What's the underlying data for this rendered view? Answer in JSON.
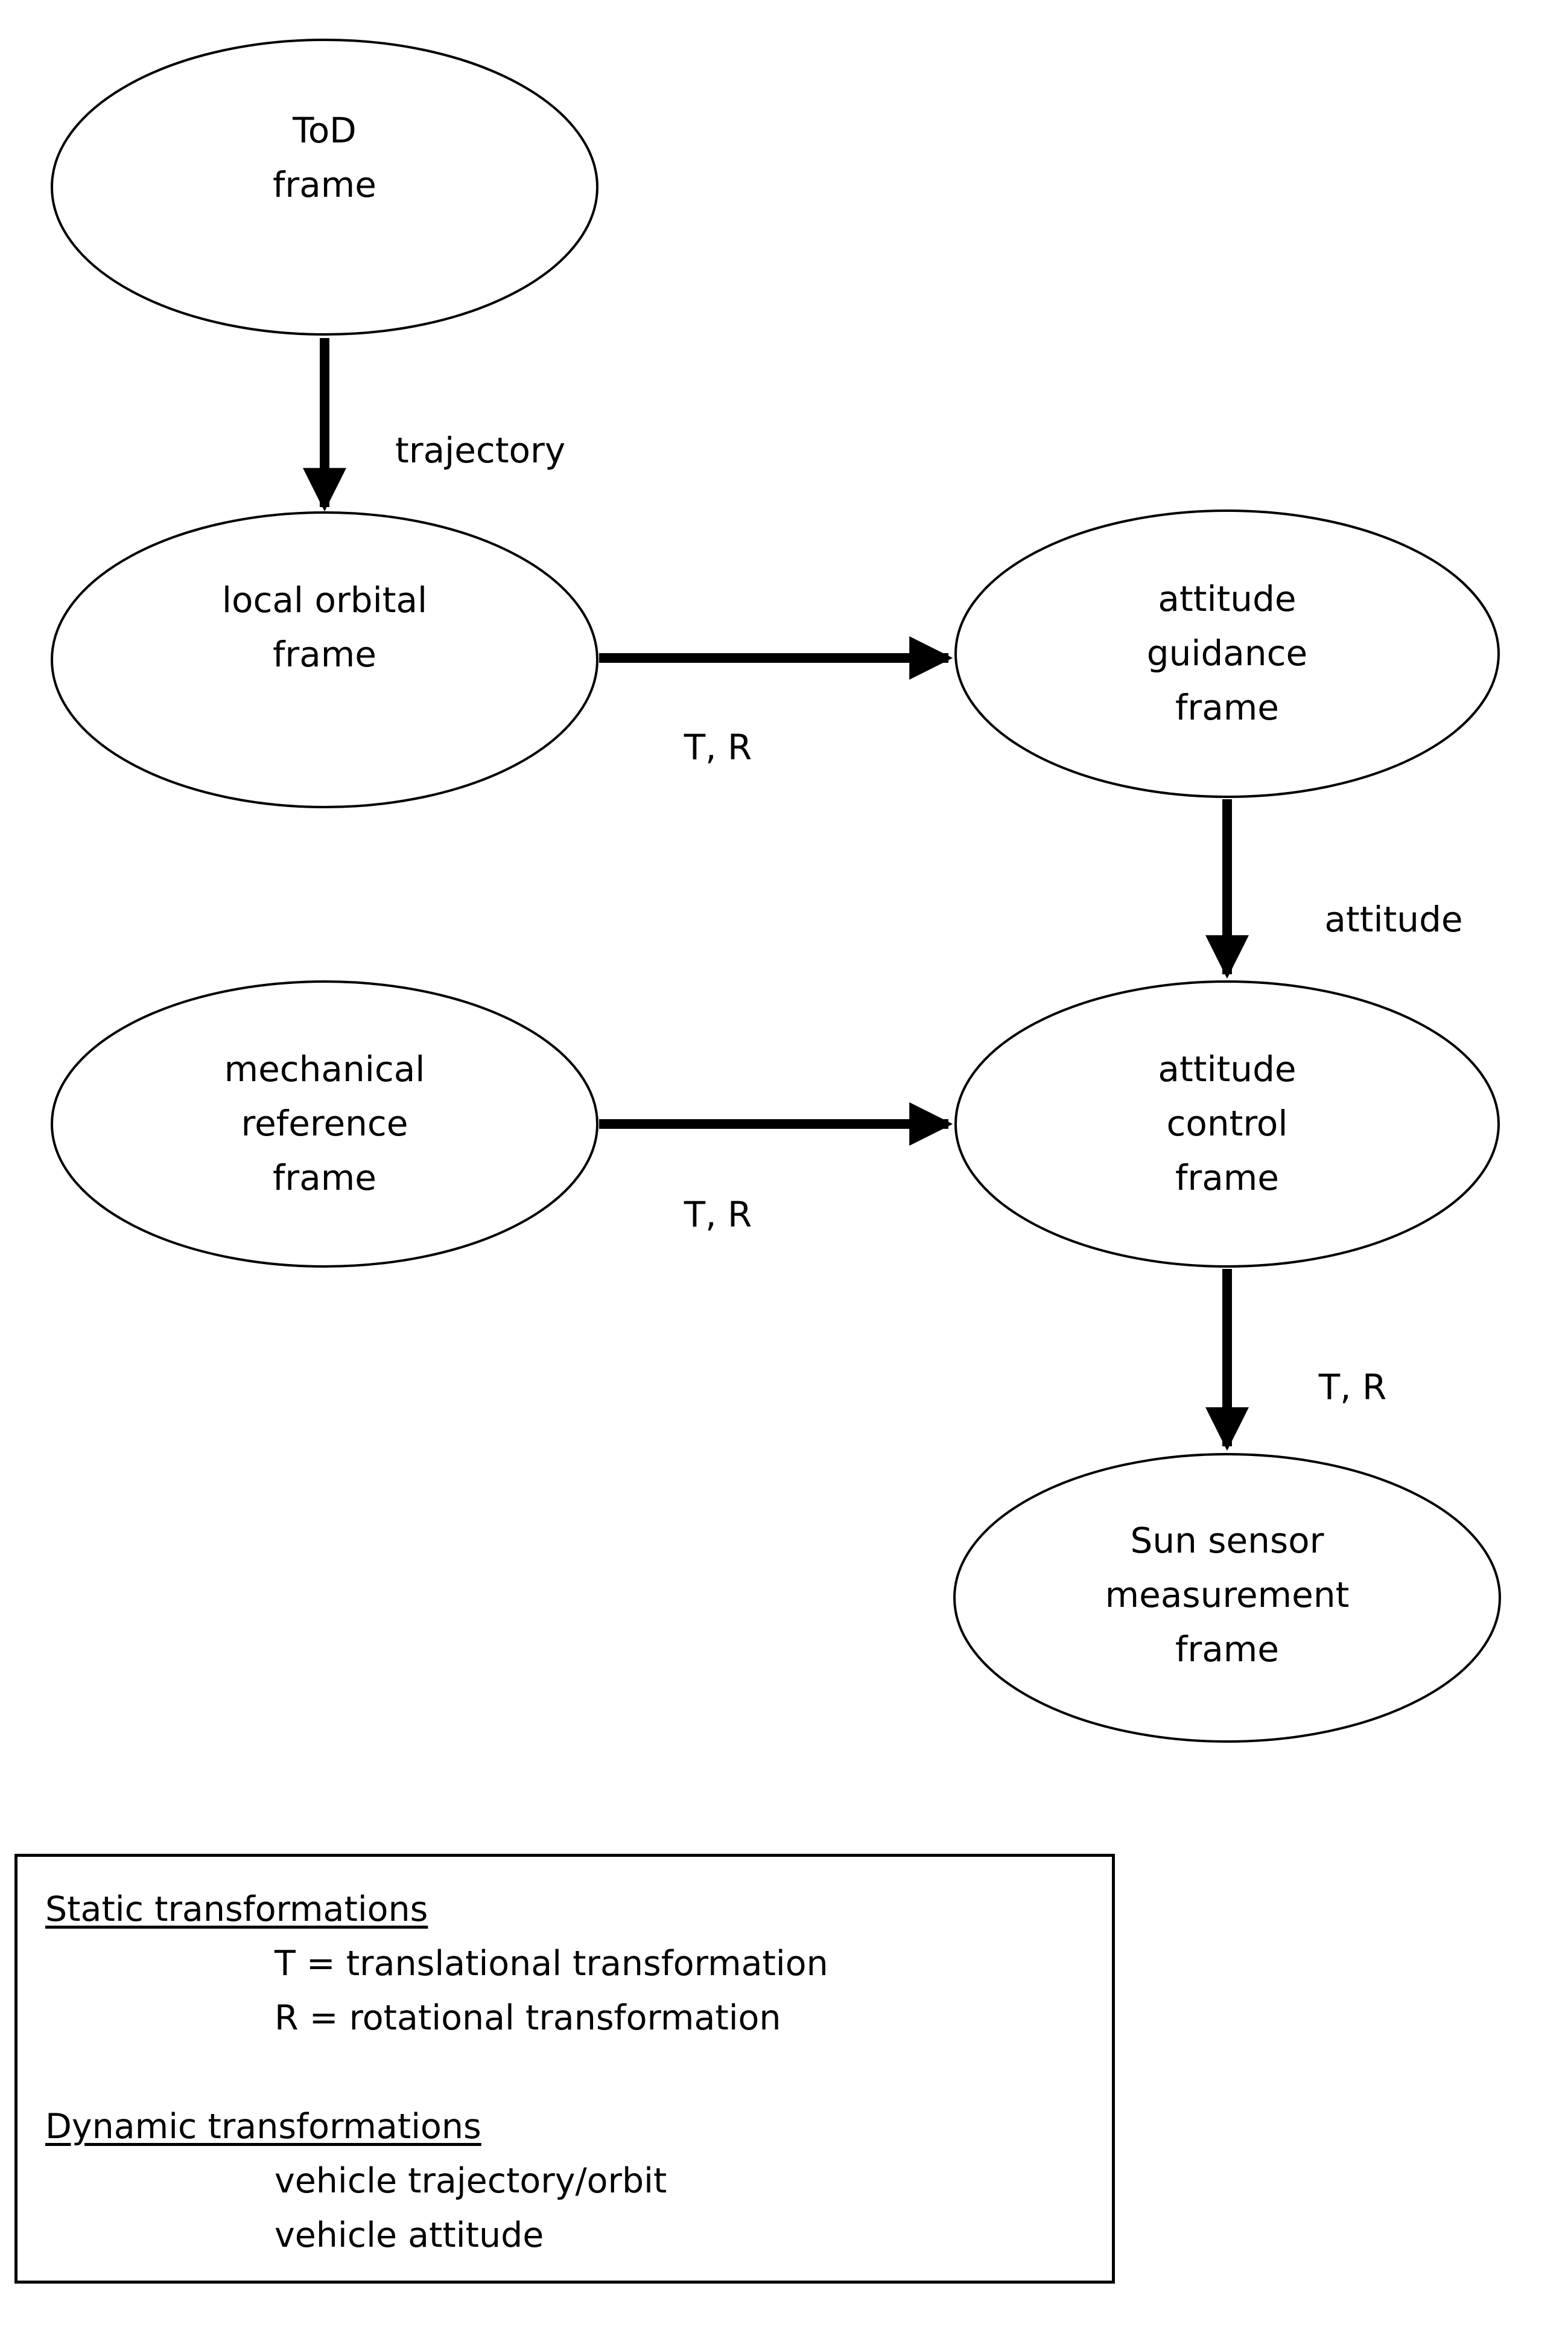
{
  "colors": {
    "stroke": "#000000",
    "background": "#ffffff",
    "text": "#000000"
  },
  "nodes": {
    "tod": {
      "label": "ToD\nframe"
    },
    "local_orbital": {
      "label": "local orbital\nframe"
    },
    "attitude_guidance": {
      "label": "attitude\nguidance\nframe"
    },
    "mechanical_reference": {
      "label": "mechanical\nreference\nframe"
    },
    "attitude_control": {
      "label": "attitude\ncontrol\nframe"
    },
    "sun_sensor": {
      "label": "Sun sensor\nmeasurement\nframe"
    }
  },
  "edges": {
    "tod_to_local_orbital": {
      "label": "trajectory"
    },
    "local_orbital_to_attitude_guidance": {
      "label": "T, R"
    },
    "attitude_guidance_to_attitude_control": {
      "label": "attitude"
    },
    "mechanical_reference_to_attitude_control": {
      "label": "T, R"
    },
    "attitude_control_to_sun_sensor": {
      "label": "T, R"
    }
  },
  "legend": {
    "static_heading": "Static transformations",
    "static_items": [
      "T = translational transformation",
      "R = rotational transformation"
    ],
    "dynamic_heading": "Dynamic transformations",
    "dynamic_items": [
      "vehicle trajectory/orbit",
      "vehicle attitude"
    ]
  }
}
